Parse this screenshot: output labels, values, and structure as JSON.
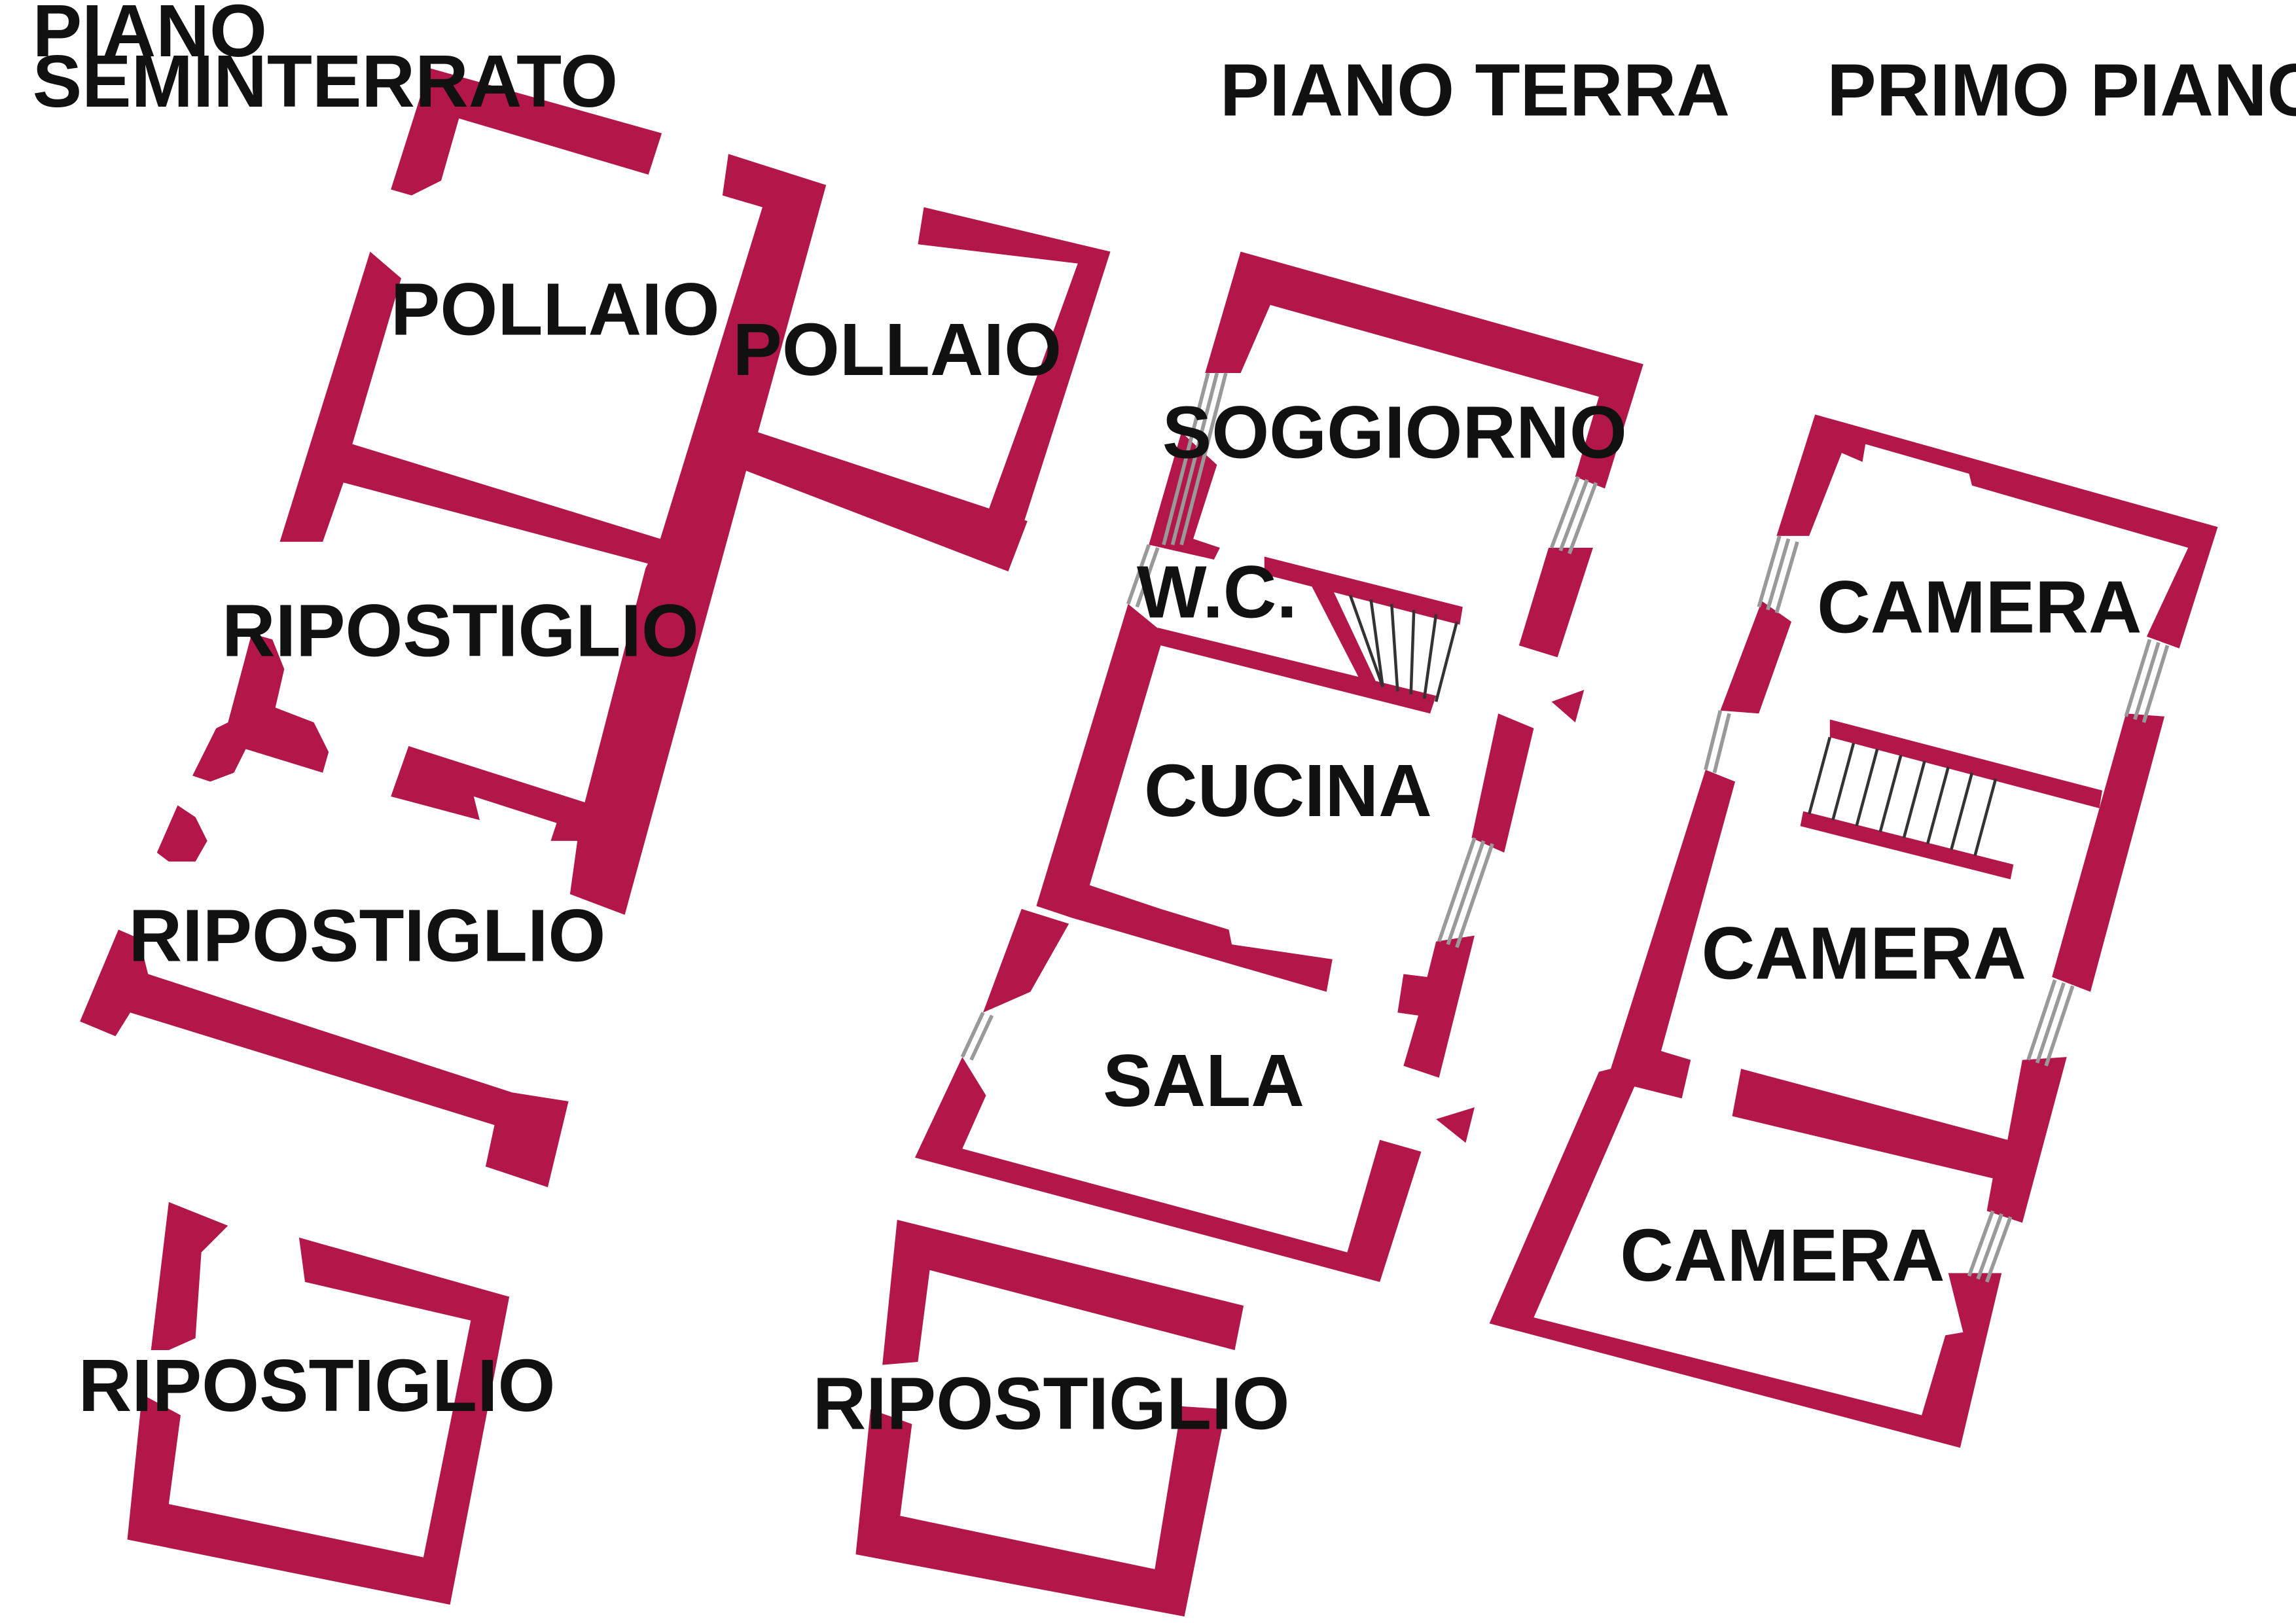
{
  "floors": [
    {
      "title": "PIANO",
      "title_line2": "SEMINTERRATO"
    },
    {
      "title": "PIANO TERRA"
    },
    {
      "title": "PRIMO PIANO"
    }
  ],
  "rooms": {
    "seminterrato": [
      "POLLAIO",
      "POLLAIO",
      "RIPOSTIGLIO",
      "RIPOSTIGLIO",
      "RIPOSTIGLIO"
    ],
    "terra": [
      "SOGGIORNO",
      "W.C.",
      "CUCINA",
      "SALA",
      "RIPOSTIGLIO"
    ],
    "primo": [
      "CAMERA",
      "CAMERA",
      "CAMERA"
    ]
  },
  "colors": {
    "wall": "#b3174a",
    "text": "#111111",
    "background": "#ffffff"
  }
}
